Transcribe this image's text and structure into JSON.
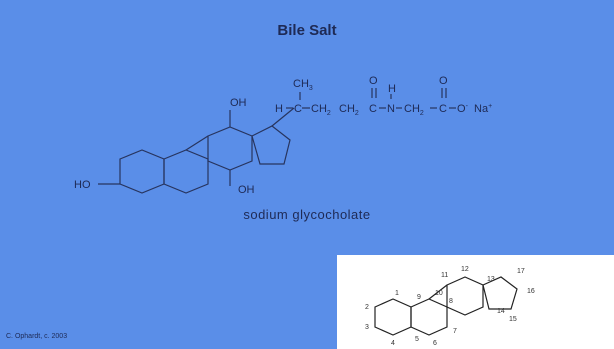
{
  "slide": {
    "title": "Bile Salt",
    "caption": "sodium glycocholate",
    "credit": "C. Ophardt, c. 2003"
  },
  "structure": {
    "oh_c12": "OH",
    "ho_c3": "HO",
    "oh_c7": "OH",
    "ch3_label": "CH",
    "ch3_sub": "3",
    "h_branch": "H",
    "c_branch": "C",
    "ch2_a": "CH",
    "sub_a": "2",
    "ch2_b": "CH",
    "sub_b": "2",
    "c_carbonyl1": "C",
    "o_carbonyl1": "O",
    "n_label": "N",
    "h_on_n": "H",
    "ch2_c": "CH",
    "sub_c": "2",
    "c_carbonyl2": "C",
    "o_carbonyl2": "O",
    "o_minus": "O",
    "minus": "-",
    "na": "Na",
    "plus": "+"
  },
  "inset_numbers": [
    "1",
    "2",
    "3",
    "4",
    "5",
    "6",
    "7",
    "8",
    "9",
    "10",
    "11",
    "12",
    "13",
    "14",
    "15",
    "16",
    "17"
  ]
}
